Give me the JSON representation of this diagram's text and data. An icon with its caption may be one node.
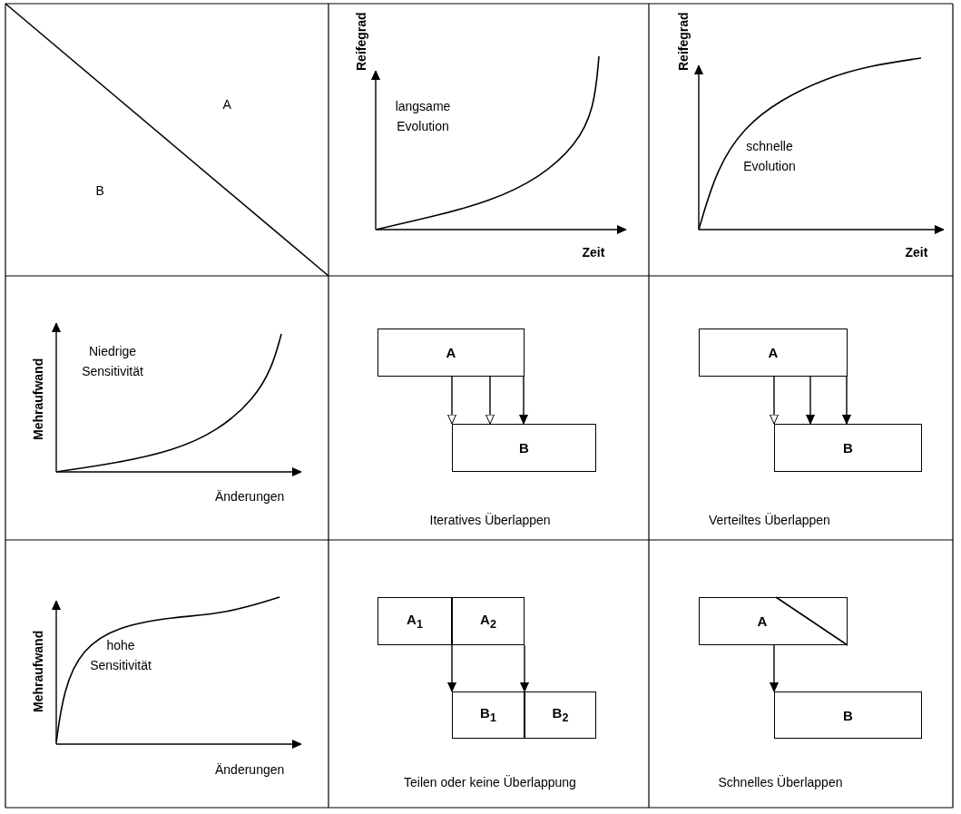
{
  "diagram": {
    "nodes": [
      {
        "text": [
          "A"
        ]
      },
      {
        "text": [
          "B"
        ]
      },
      {
        "text": [
          "A"
        ]
      },
      {
        "text": [
          "B"
        ]
      },
      {
        "text": [
          "A$_{1}$"
        ]
      },
      {
        "text": [
          "A$_{2}$"
        ]
      },
      {
        "text": [
          "B$_{1}$"
        ]
      },
      {
        "text": [
          "B$_{2}$"
        ]
      },
      {
        "text": [
          "A"
        ]
      },
      {
        "text": [
          "B"
        ]
      }
    ],
    "edges": [
      {
        "from": 0,
        "to": 1,
        "arrow": "to"
      },
      {
        "from": 0,
        "to": 1,
        "arrow": "to"
      },
      {
        "from": 0,
        "to": 1,
        "arrow": "to"
      },
      {
        "from": 2,
        "to": 3,
        "arrow": "to"
      },
      {
        "from": 2,
        "to": 3,
        "arrow": "to"
      },
      {
        "from": 2,
        "to": 3,
        "arrow": "to"
      },
      {
        "from": 4,
        "to": 6,
        "arrow": "to"
      },
      {
        "from": 5,
        "to": 7,
        "arrow": "to"
      },
      {
        "from": 8,
        "to": 9,
        "arrow": "to"
      }
    ],
    "labels": [
      "A",
      "B",
      "Reifegrad",
      "langsame Evolution",
      "Zeit",
      "Reifegrad",
      "schnelle Evolution",
      "Zeit",
      "Mehraufwand",
      "Niedrige Sensitivität",
      "Änderungen",
      "Iteratives Überlappen",
      "Verteiltes Überlappen",
      "Mehraufwand",
      "hohe Sensitivität",
      "Änderungen",
      "Teilen oder keine Überlappung",
      "Schnelles Überlappen"
    ]
  }
}
